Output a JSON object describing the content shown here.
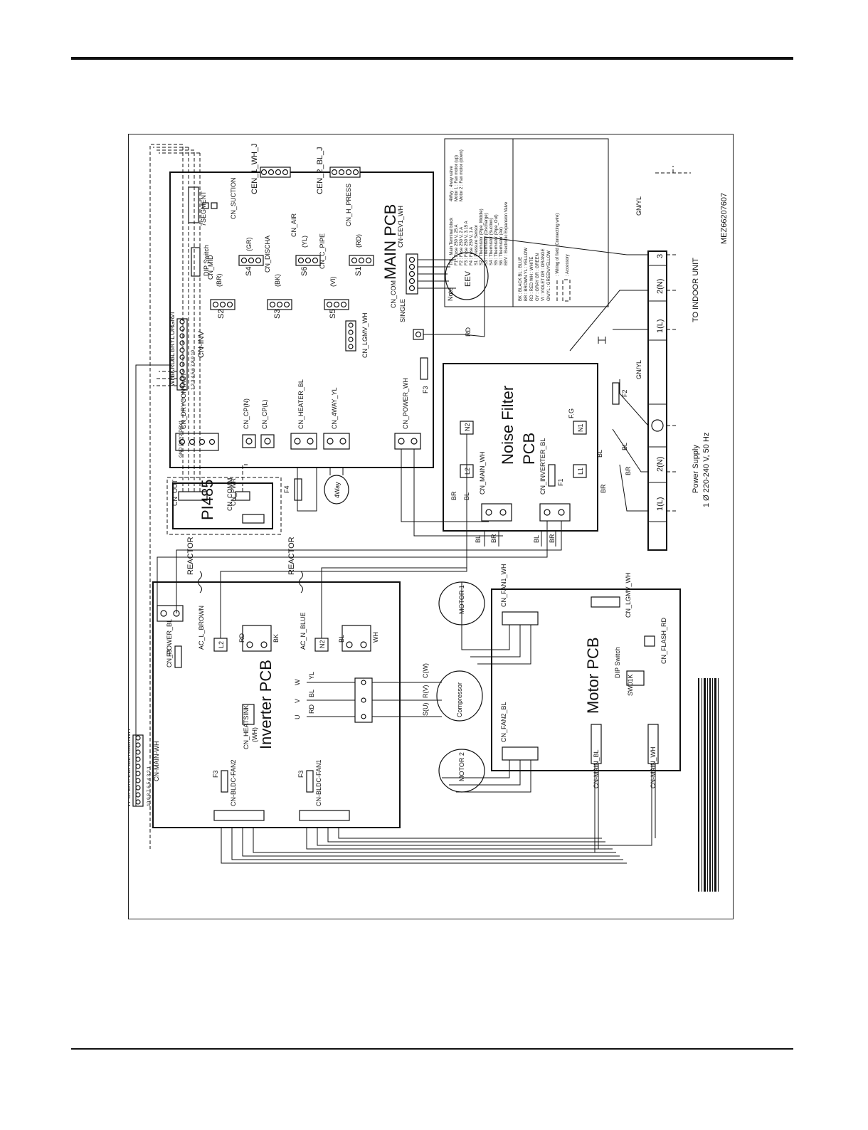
{
  "doc": {
    "part_number": "MEZ66207607"
  },
  "boards": {
    "main": {
      "title": "MAIN PCB"
    },
    "inverter": {
      "title": "Inverter PCB"
    },
    "noise": {
      "title_line1": "Noise Filter",
      "title_line2": "PCB"
    },
    "motor": {
      "title": "Motor PCB"
    },
    "pi485": {
      "title": "PI485"
    }
  },
  "main_pcb": {
    "cen1": "CEN_1_WH_J",
    "cen2": "CEN_2_BL_J",
    "seg": "7SEGMENT",
    "dip": "DIP Switch",
    "mid": "CN_MID",
    "mid_c": "(BR)",
    "s2": "S2",
    "suction": "CN_SUCTION",
    "suction_c": "(GR)",
    "s4": "S4",
    "discha": "CN_DISCHA",
    "discha_c": "(BK)",
    "s3": "S3",
    "air": "CN_AIR",
    "air_c": "(YL)",
    "s6": "S6",
    "cpipe": "CN_C_PIPE",
    "cpipe_c": "(VI)",
    "s5": "S5",
    "hpress": "CN_H_PRESS",
    "hpress_c": "(RD)",
    "s1": "S1",
    "eev1": "CN-EEV1_WH",
    "eev": "EEV",
    "com": "CN_COM",
    "single": "SINGLE",
    "lgmv": "CN_LGMV_WH",
    "inv": "CN-INV",
    "dry": "CN_DRYCONTACT",
    "dry_pins": "GND DRY2 DRY1",
    "cpn": "CN_CP(N)",
    "cpl": "CN_CP(L)",
    "heater": "CN_HEATER_BL",
    "fourway": "CN_4WAY_YL",
    "power": "CN_POWER_WH",
    "f3": "F3",
    "f4": "F4",
    "fourway_part": "4Way",
    "inv_pins": "1 2 3 4 5 6 7 8 9 10",
    "inv_colors": [
      "WH",
      "BK",
      "RD",
      "BL",
      "BR",
      "YL",
      "OR",
      "GR",
      "VI"
    ]
  },
  "pi485_board": {
    "out": "CN_OUT",
    "pwr": "CN_PWR",
    "comm": "CN_COMM"
  },
  "noise_filter": {
    "n2": "N2",
    "l2": "L2",
    "n1": "N1",
    "l1": "L1",
    "fg": "F.G",
    "f1": "F1",
    "f2": "F2",
    "cn_main": "CN_MAIN_WH",
    "cn_inverter": "CN_INVERTER_BL"
  },
  "inverter_pcb": {
    "reactor1": "REACTOR",
    "reactor2": "REACTOR",
    "power_bl": "CN_POWER_BL",
    "f3": "F3",
    "ac_l": "AC_L_BROWN",
    "l2": "L2",
    "ac_n": "AC_N_BLUE",
    "n2": "N2",
    "heatsink": "CN_HEATSINK",
    "heatsink_c": "(WH)",
    "u": "U",
    "v": "V",
    "w": "W",
    "main_wh": "CN-MAIN-WH",
    "main_pins": "10 9 8 7 6 5 4 3 2 1",
    "main_colors": [
      "VI",
      "GR",
      "OR",
      "YL",
      "BR",
      "BL",
      "RD",
      "BK",
      "WH"
    ],
    "fan1": "CN-BLDC-FAN1",
    "fan2": "CN-BLDC-FAN2",
    "fan_f3a": "F3",
    "fan_f3b": "F3"
  },
  "compressor": {
    "label": "Compressor",
    "c": "C(W)",
    "r": "R(V)",
    "s": "S(U)"
  },
  "motor_pcb": {
    "motor1": "MOTOR 1",
    "motor2": "MOTOR 2",
    "fan1": "CN_FAN1_WH",
    "fan2": "CN_FAN2_BL",
    "lgmv": "CN_LGMV_WH",
    "flash": "CN_FLASH_RD",
    "dip": "DIP Switch",
    "sw": "SW01K",
    "main_bl": "CN-MAIN_BL",
    "main_wh": "CN-MAIN_WH"
  },
  "terminals": {
    "power_supply": "Power Supply",
    "power_spec": "1 Ø 220-240 V, 50 Hz",
    "to_indoor": "TO INDOOR UNIT",
    "t1l": "1(L)",
    "t2n": "2(N)",
    "t3": "3",
    "gnyl": "GN/YL"
  },
  "wire_colors": {
    "rd": "RD",
    "bl": "BL",
    "br": "BR",
    "wh": "WH",
    "yl": "YL",
    "or": "OR",
    "bk": "BK",
    "gr": "GR",
    "vi": "VI"
  },
  "note": {
    "title": "Note",
    "items": [
      "T/B          : Main Terminal block",
      "F1           : Fuse 250 V, 25 A",
      "F2           : Fuse 250 V, 2 A",
      "F3           : Fuse 250 V, 3.15 A",
      "F4           : Fuse 250 V, 1 A",
      "S1           : Pressure Sensor",
      "S2           : Thermistor (Pipe_Middle)",
      "S3           : Thermistor (Discharge)",
      "S4           : Thermistor (Suction)",
      "S5           : Thermistor (Pipe_Out)",
      "S6           : Thermistor (Air)",
      "EEV          : Electronic Expansion Valve",
      "4Way         : 4way valve",
      "Motor 1      : Fan motor (up)",
      "Motor 2      : Fan motor (down)"
    ],
    "colors": [
      "BK : BLACK              BL : BLUE",
      "BR : BROWN              YL : YELLOW",
      "RD : RED                WH : WHITE",
      "GY : GRAY               GR : GREEN",
      "VI : VIOLET             OR : ORANGE",
      "GN/YL : GREEN/YELLOW"
    ],
    "wiring": ": Wiring of field (Connecting wire)",
    "accessory": ": Accessory"
  }
}
